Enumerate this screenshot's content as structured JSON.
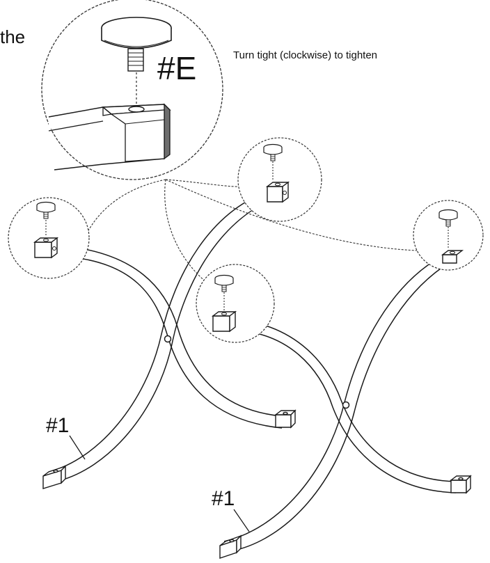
{
  "top_left_text": "the",
  "instruction": "Turn tight (clockwise) to tighten",
  "part_e_label": "#E",
  "part_1_label_left": "#1",
  "part_1_label_right": "#1",
  "colors": {
    "line": "#1a1a1a",
    "fill": "#ffffff",
    "shade": "#6e6e6e"
  }
}
